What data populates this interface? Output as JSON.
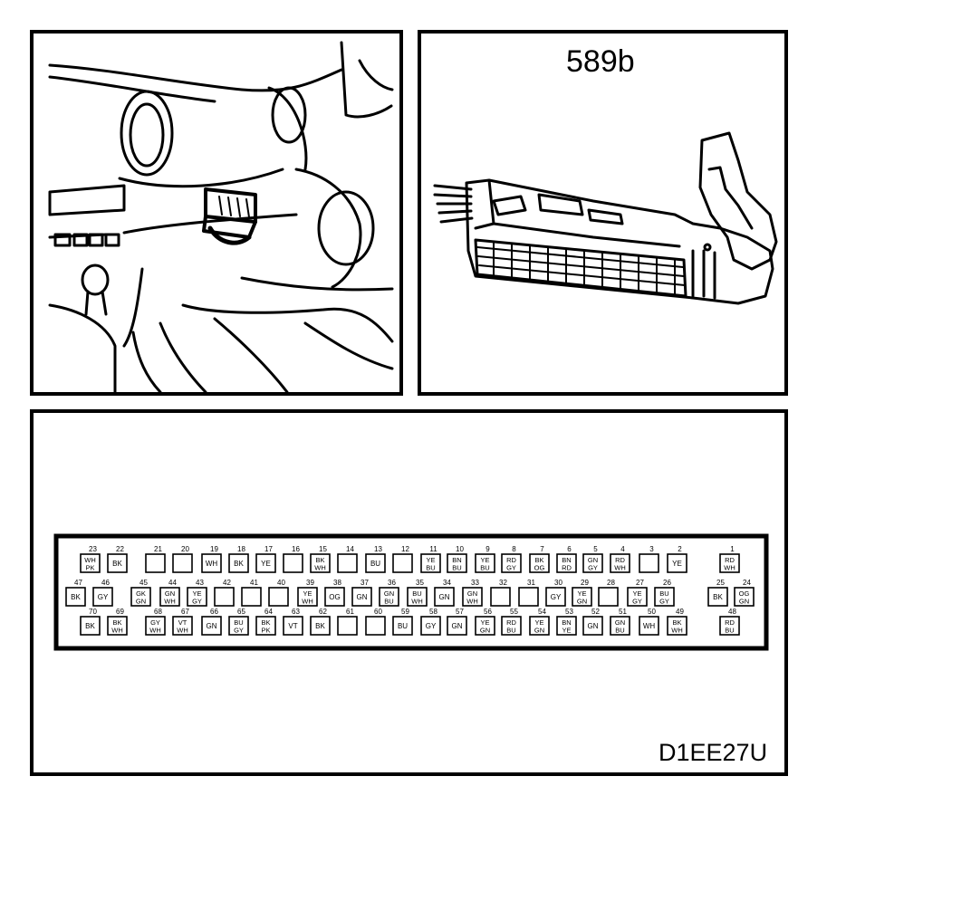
{
  "figure": {
    "connector_label": "589b",
    "figure_code": "D1EE27U"
  },
  "pin_rows": [
    [
      {
        "pin": "23",
        "wire": [
          "WH",
          "PK"
        ]
      },
      {
        "pin": "22",
        "wire": [
          "BK"
        ]
      },
      {
        "pin": "21",
        "wire": []
      },
      {
        "pin": "20",
        "wire": []
      },
      {
        "pin": "19",
        "wire": [
          "WH"
        ]
      },
      {
        "pin": "18",
        "wire": [
          "BK"
        ]
      },
      {
        "pin": "17",
        "wire": [
          "YE"
        ]
      },
      {
        "pin": "16",
        "wire": []
      },
      {
        "pin": "15",
        "wire": [
          "BK",
          "WH"
        ]
      },
      {
        "pin": "14",
        "wire": []
      },
      {
        "pin": "13",
        "wire": [
          "BU"
        ]
      },
      {
        "pin": "12",
        "wire": []
      },
      {
        "pin": "11",
        "wire": [
          "YE",
          "BU"
        ]
      },
      {
        "pin": "10",
        "wire": [
          "BN",
          "BU"
        ]
      },
      {
        "pin": "9",
        "wire": [
          "YE",
          "BU"
        ]
      },
      {
        "pin": "8",
        "wire": [
          "RD",
          "GY"
        ]
      },
      {
        "pin": "7",
        "wire": [
          "BK",
          "OG"
        ]
      },
      {
        "pin": "6",
        "wire": [
          "BN",
          "RD"
        ]
      },
      {
        "pin": "5",
        "wire": [
          "GN",
          "GY"
        ]
      },
      {
        "pin": "4",
        "wire": [
          "RD",
          "WH"
        ]
      },
      {
        "pin": "3",
        "wire": []
      },
      {
        "pin": "2",
        "wire": [
          "YE"
        ]
      },
      {
        "pin": "1",
        "wire": [
          "RD",
          "WH"
        ]
      }
    ],
    [
      {
        "pin": "47",
        "wire": [
          "BK"
        ]
      },
      {
        "pin": "46",
        "wire": [
          "GY"
        ]
      },
      {
        "pin": "45",
        "wire": [
          "GK",
          "GN"
        ]
      },
      {
        "pin": "44",
        "wire": [
          "GN",
          "WH"
        ]
      },
      {
        "pin": "43",
        "wire": [
          "YE",
          "GY"
        ]
      },
      {
        "pin": "42",
        "wire": []
      },
      {
        "pin": "41",
        "wire": []
      },
      {
        "pin": "40",
        "wire": []
      },
      {
        "pin": "39",
        "wire": [
          "YE",
          "WH"
        ]
      },
      {
        "pin": "38",
        "wire": [
          "OG"
        ]
      },
      {
        "pin": "37",
        "wire": [
          "GN"
        ]
      },
      {
        "pin": "36",
        "wire": [
          "GN",
          "BU"
        ]
      },
      {
        "pin": "35",
        "wire": [
          "BU",
          "WH"
        ]
      },
      {
        "pin": "34",
        "wire": [
          "GN"
        ]
      },
      {
        "pin": "33",
        "wire": [
          "GN",
          "WH"
        ]
      },
      {
        "pin": "32",
        "wire": []
      },
      {
        "pin": "31",
        "wire": []
      },
      {
        "pin": "30",
        "wire": [
          "GY"
        ]
      },
      {
        "pin": "29",
        "wire": [
          "YE",
          "GN"
        ]
      },
      {
        "pin": "28",
        "wire": []
      },
      {
        "pin": "27",
        "wire": [
          "YE",
          "GY"
        ]
      },
      {
        "pin": "26",
        "wire": [
          "BU",
          "GY"
        ]
      },
      {
        "pin": "25",
        "wire": [
          "BK"
        ]
      },
      {
        "pin": "24",
        "wire": [
          "OG",
          "GN"
        ]
      }
    ],
    [
      {
        "pin": "70",
        "wire": [
          "BK"
        ]
      },
      {
        "pin": "69",
        "wire": [
          "BK",
          "WH"
        ]
      },
      {
        "pin": "68",
        "wire": [
          "GY",
          "WH"
        ]
      },
      {
        "pin": "67",
        "wire": [
          "VT",
          "WH"
        ]
      },
      {
        "pin": "66",
        "wire": [
          "GN"
        ]
      },
      {
        "pin": "65",
        "wire": [
          "BU",
          "GY"
        ]
      },
      {
        "pin": "64",
        "wire": [
          "BK",
          "PK"
        ]
      },
      {
        "pin": "63",
        "wire": [
          "VT"
        ]
      },
      {
        "pin": "62",
        "wire": [
          "BK"
        ]
      },
      {
        "pin": "61",
        "wire": []
      },
      {
        "pin": "60",
        "wire": []
      },
      {
        "pin": "59",
        "wire": [
          "BU"
        ]
      },
      {
        "pin": "58",
        "wire": [
          "GY"
        ]
      },
      {
        "pin": "57",
        "wire": [
          "GN"
        ]
      },
      {
        "pin": "56",
        "wire": [
          "YE",
          "GN"
        ]
      },
      {
        "pin": "55",
        "wire": [
          "RD",
          "BU"
        ]
      },
      {
        "pin": "54",
        "wire": [
          "YE",
          "GN"
        ]
      },
      {
        "pin": "53",
        "wire": [
          "BN",
          "YE"
        ]
      },
      {
        "pin": "52",
        "wire": [
          "GN"
        ]
      },
      {
        "pin": "51",
        "wire": [
          "GN",
          "BU"
        ]
      },
      {
        "pin": "50",
        "wire": [
          "WH"
        ]
      },
      {
        "pin": "49",
        "wire": [
          "BK",
          "WH"
        ]
      },
      {
        "pin": "48",
        "wire": [
          "RD",
          "BU"
        ]
      }
    ]
  ]
}
